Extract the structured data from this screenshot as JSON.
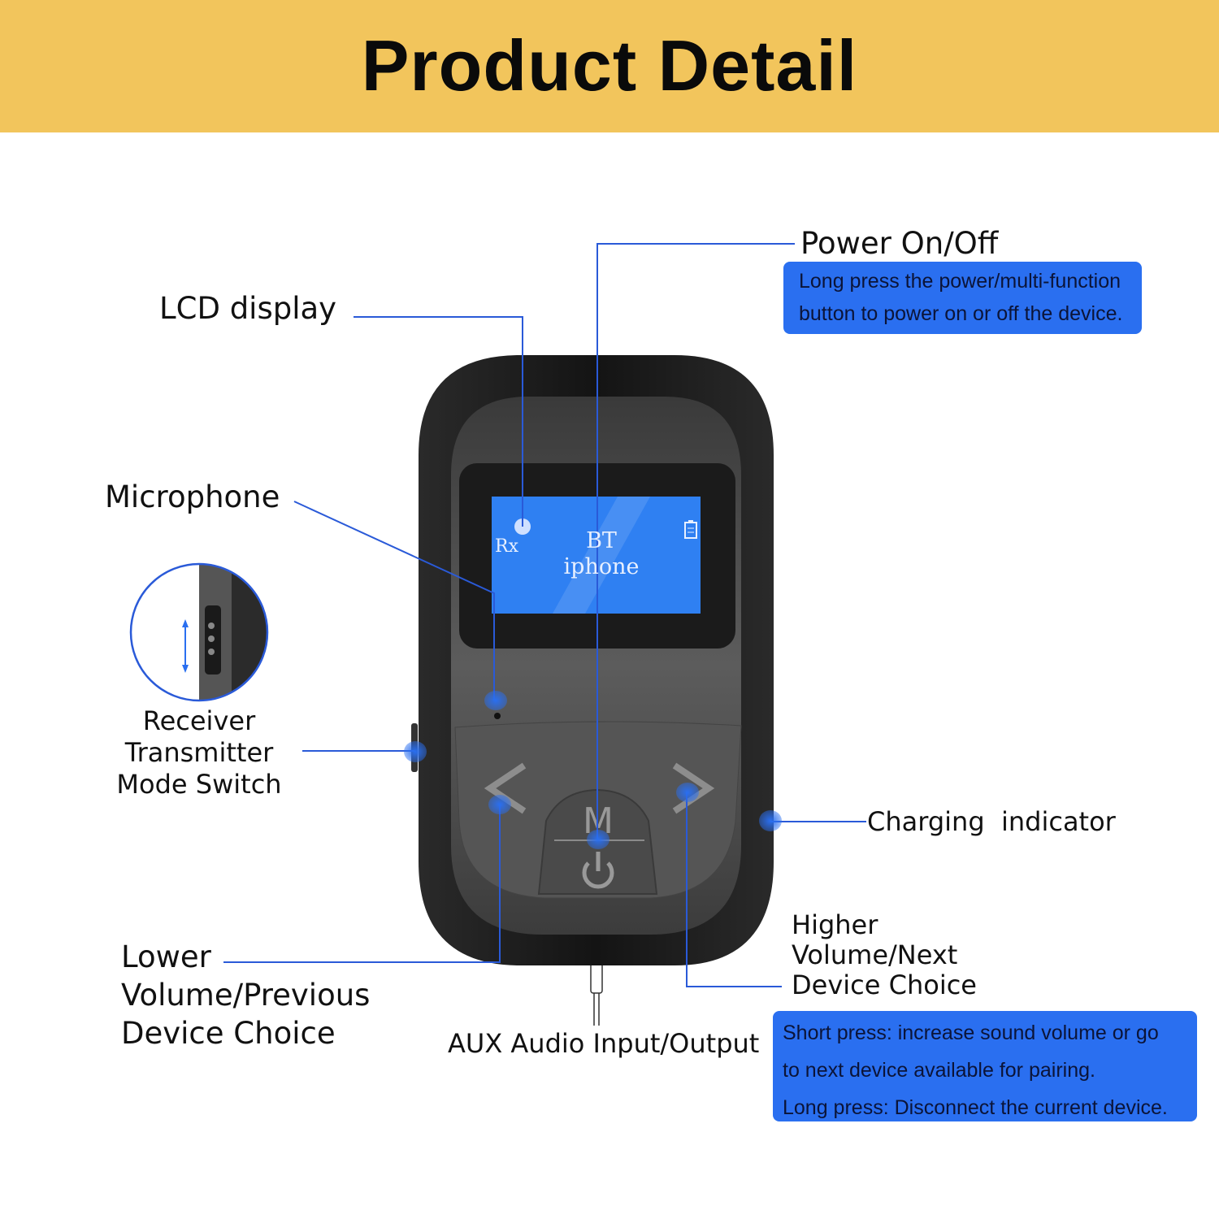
{
  "header": {
    "title": "Product Detail"
  },
  "colors": {
    "banner": "#F2C55C",
    "accent": "#2a6ff0",
    "lcd": "#2f80f2"
  },
  "lcd_screen": {
    "mode": "Rx",
    "line1": "BT",
    "line2": "iphone",
    "icons": [
      "bluetooth-dot-icon",
      "battery-icon"
    ]
  },
  "callouts": {
    "lcd": "LCD display",
    "power": {
      "label": "Power On/Off",
      "desc": [
        "Long press the power/multi-function",
        "button to power on or off the device."
      ]
    },
    "microphone": "Microphone",
    "mode_switch": [
      "Receiver",
      "Transmitter",
      "Mode Switch"
    ],
    "charging": "Charging  indicator",
    "higher": {
      "label": [
        "Higher",
        "Volume/Next",
        "Device Choice"
      ],
      "desc": [
        "Short press: increase sound volume or go",
        "to next device available for pairing.",
        "Long press: Disconnect the current device."
      ]
    },
    "lower": [
      "Lower",
      "Volume/Previous",
      "Device Choice"
    ],
    "aux": "AUX Audio Input/Output"
  },
  "device_buttons": {
    "mode_key": "M"
  }
}
